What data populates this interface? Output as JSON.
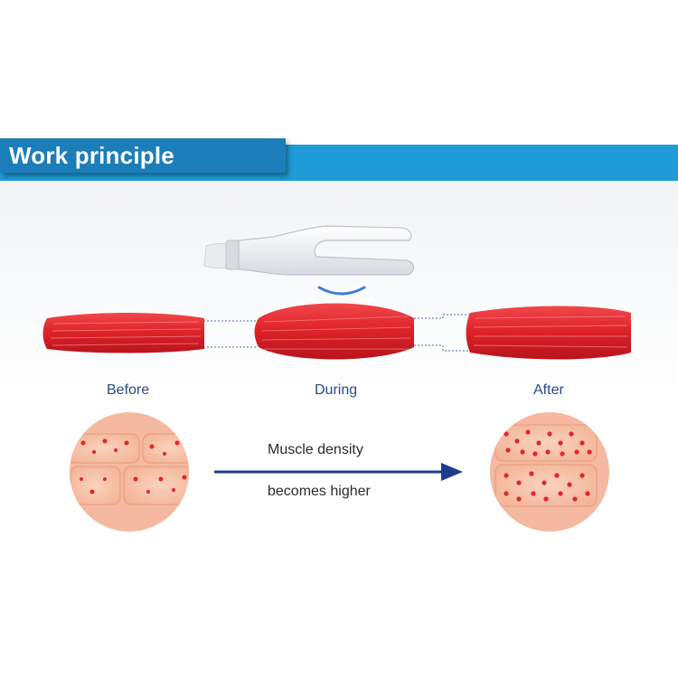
{
  "header": {
    "title": "Work principle"
  },
  "stages": {
    "before": "Before",
    "during": "During",
    "after": "After"
  },
  "arrow_caption": {
    "line1": "Muscle density",
    "line2": "becomes higher"
  },
  "colors": {
    "band": "#1f9bd7",
    "title_box": "#1c7eb8",
    "muscle": "#e0262e",
    "arrow": "#1f3c8c",
    "tissue": "#f7c2a8"
  },
  "icons": {
    "device": "handpiece-device",
    "waves": "electromagnetic-waves"
  }
}
